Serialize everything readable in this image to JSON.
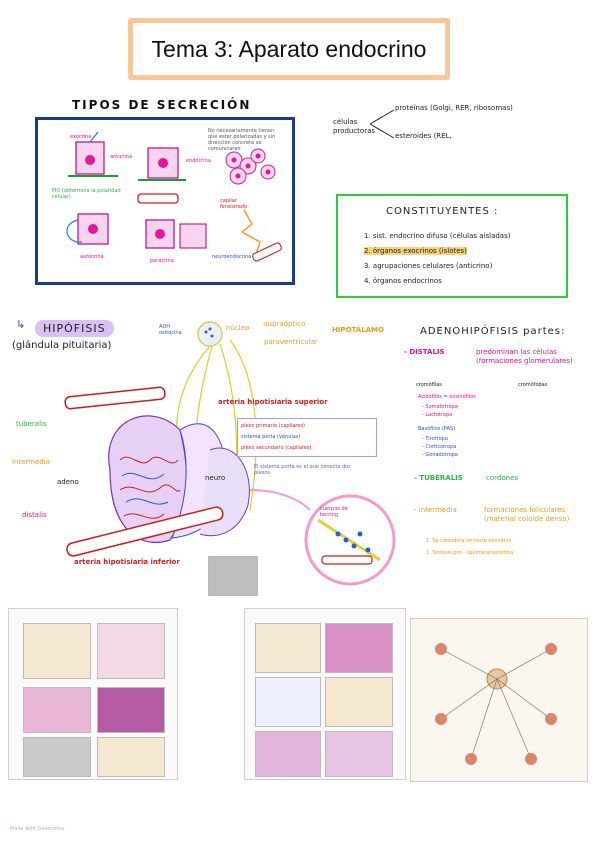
{
  "title": "Tema 3: Aparato endocrino",
  "secretion": {
    "heading": "TIPOS DE SECRECIÓN",
    "labels": {
      "exocrina": "exocrina",
      "endocrina": "endocrina",
      "anticrina": "anticrina",
      "mo": "MO (determina la polaridad celular)",
      "autocrina": "autocrina",
      "paracrina": "paracrina",
      "neuroendocrina": "neuroendocrina",
      "capilar": "capilar fenestrado",
      "note": "No necesariamente tienen que estar polarizadas y sin dirección concreta se comunicaran"
    }
  },
  "cells_producers": {
    "label": "células productoras",
    "line1": "proteínas (Golgi, RER, ribosomas)",
    "line2": "esteroides (REL,"
  },
  "constituents": {
    "heading": "CONSTITUYENTES :",
    "items": [
      "1. sist. endocrino difuso (células aisladas)",
      "2. órganos exocrinos (islotes)",
      "3. agrupaciones celulares (anticrino)",
      "4. órganos endocrinos"
    ]
  },
  "hypophysis": {
    "title": "HIPÓFISIS",
    "subtitle": "(glándula pituitaria)",
    "nucleus": "núcleo",
    "supraoptico": "supraóptico",
    "paraventricular": "paraventricular",
    "hipotalamo": "HIPOTÁLAMO",
    "adh": "ADH oxitocina",
    "tuberalis": "tuberalis",
    "intermedia": "intermedia",
    "adeno": "adeno",
    "distalis": "distalis",
    "neuro": "neuro",
    "art_sup": "arteria hipotisiaria superior",
    "art_inf": "arteria hipotisiaria inferior",
    "plexo1": "plexo primario (capilares)",
    "plexo2": "sistema porta (vénulas)",
    "plexo3": "plexo secundario (capilares)",
    "portal_note": "El sistema porta es el que conecta dos plexos",
    "cuerpos": "cuerpos de herring"
  },
  "adeno": {
    "heading": "ADENOHIPÓFISIS partes:",
    "distalis": "- DISTALIS",
    "distalis_desc": "predominan las células (formaciones glomerulares)",
    "cromofilas": "cromófilas",
    "cromofobas": "cromófobas",
    "acidofilos": "Acidófilos = eosinófilos",
    "somatotropa": "- Somatotropa",
    "lactotropa": "- Lactotropa",
    "basofilos": "Basófilos (PAS)",
    "tirotropa": "- Tirotropa",
    "corticotropa": "- Corticotropa",
    "gonadotropa": "- Gonadotropa",
    "tuberalis": "- TUBERALIS",
    "cordones": "cordones",
    "intermedia": "- intermedia",
    "intermedia_desc": "formaciones foliculares (material coloide denso)",
    "note1": "1. Se considera un resto evolutivo",
    "note2": "1. Síntesis pro - opiomelanocortina"
  },
  "footer": "Made with Goodnotes"
}
